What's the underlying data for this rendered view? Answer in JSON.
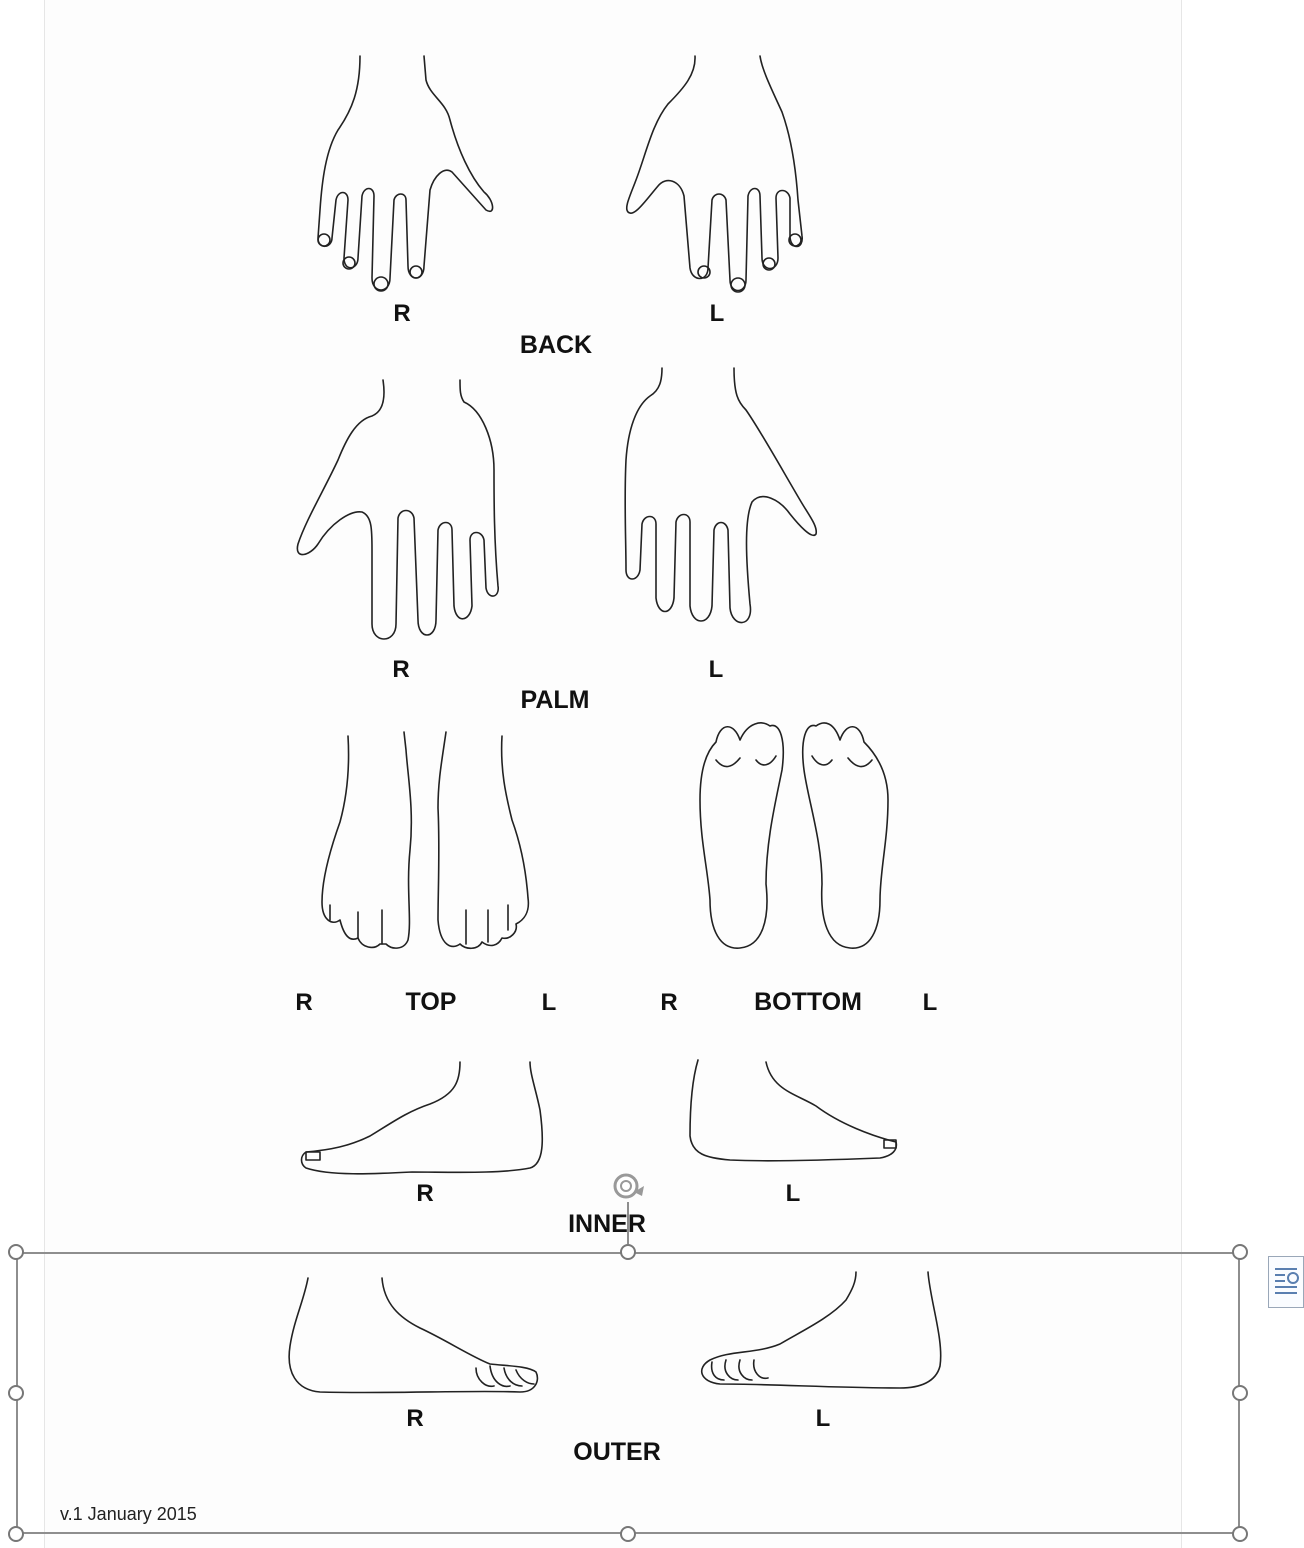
{
  "diagram": {
    "back": {
      "right": "R",
      "left": "L",
      "title": "BACK"
    },
    "palm": {
      "right": "R",
      "left": "L",
      "title": "PALM"
    },
    "top": {
      "right": "R",
      "title": "TOP",
      "left": "L"
    },
    "bottom": {
      "right": "R",
      "title": "BOTTOM",
      "left": "L"
    },
    "inner": {
      "right": "R",
      "left": "L",
      "title": "INNER"
    },
    "outer": {
      "right": "R",
      "left": "L",
      "title": "OUTER"
    }
  },
  "footer": {
    "version": "v.1 January 2015"
  },
  "icons": {
    "rotate": "rotate-handle-icon",
    "layout": "layout-options-icon"
  },
  "colors": {
    "line": "#222222",
    "selection": "#8e8e8e"
  }
}
